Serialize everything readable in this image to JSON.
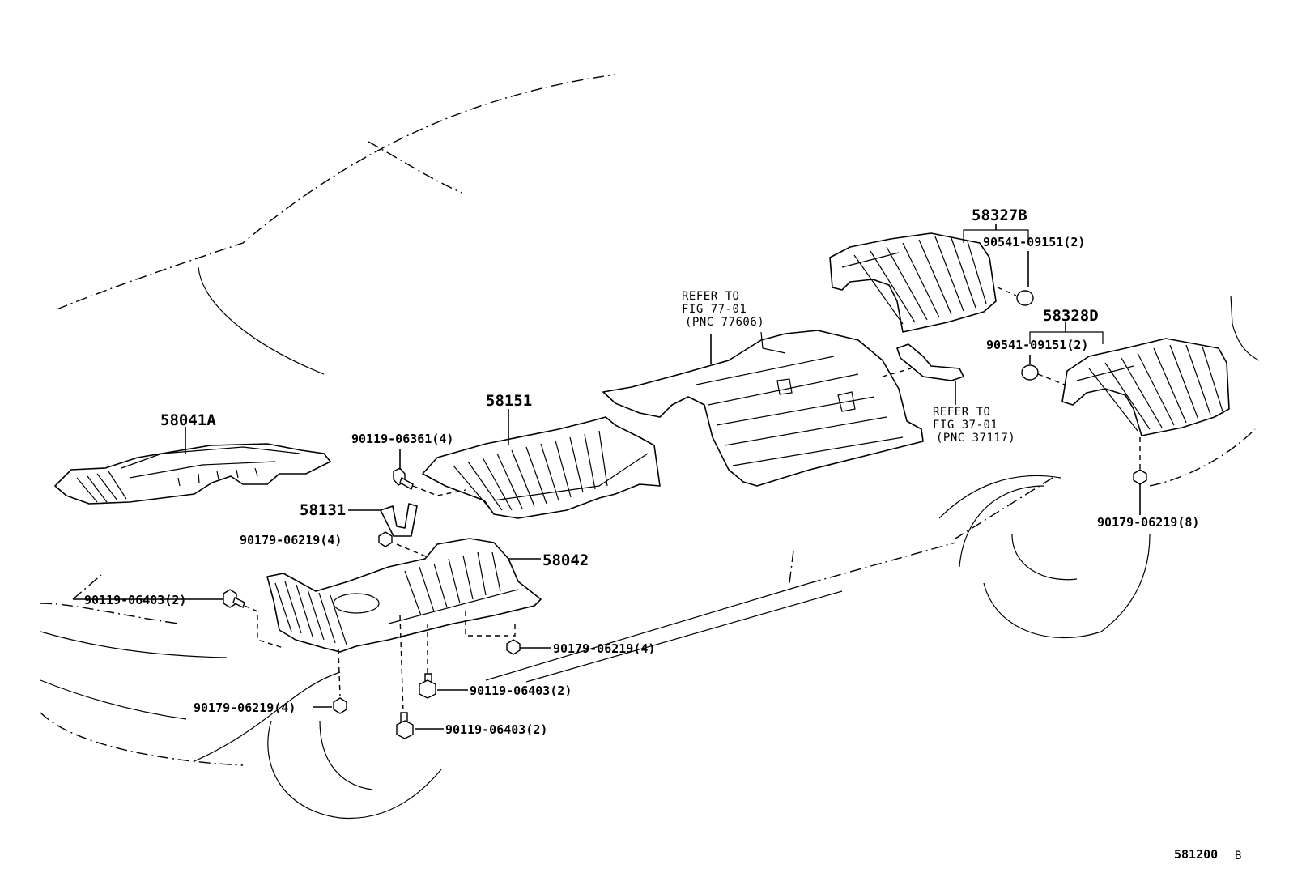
{
  "diagram_id": "581200",
  "diagram_id_suffix": "B",
  "parts": {
    "p58041A": "58041A",
    "p58151": "58151",
    "p58131": "58131",
    "p58042": "58042",
    "p58327B": "58327B",
    "p58328D": "58328D"
  },
  "fasteners": {
    "f_90119_06361": "90119-06361(4)",
    "f_90179_06219_4_a": "90179-06219(4)",
    "f_90119_06403_left": "90119-06403(2)",
    "f_90179_06219_4_b": "90179-06219(4)",
    "f_90179_06219_4_c": "90179-06219(4)",
    "f_90119_06403_mid": "90119-06403(2)",
    "f_90119_06403_low": "90119-06403(2)",
    "f_90541_09151_a": "90541-09151(2)",
    "f_90541_09151_b": "90541-09151(2)",
    "f_90179_06219_8": "90179-06219(8)"
  },
  "refs": {
    "ref77": [
      "REFER TO",
      "FIG 77-01",
      "(PNC 77606)"
    ],
    "ref37": [
      "REFER TO",
      "FIG 37-01",
      "(PNC 37117)"
    ]
  },
  "icons": {
    "bolt": "bolt-icon",
    "nut": "nut-icon",
    "clip": "clip-icon"
  }
}
